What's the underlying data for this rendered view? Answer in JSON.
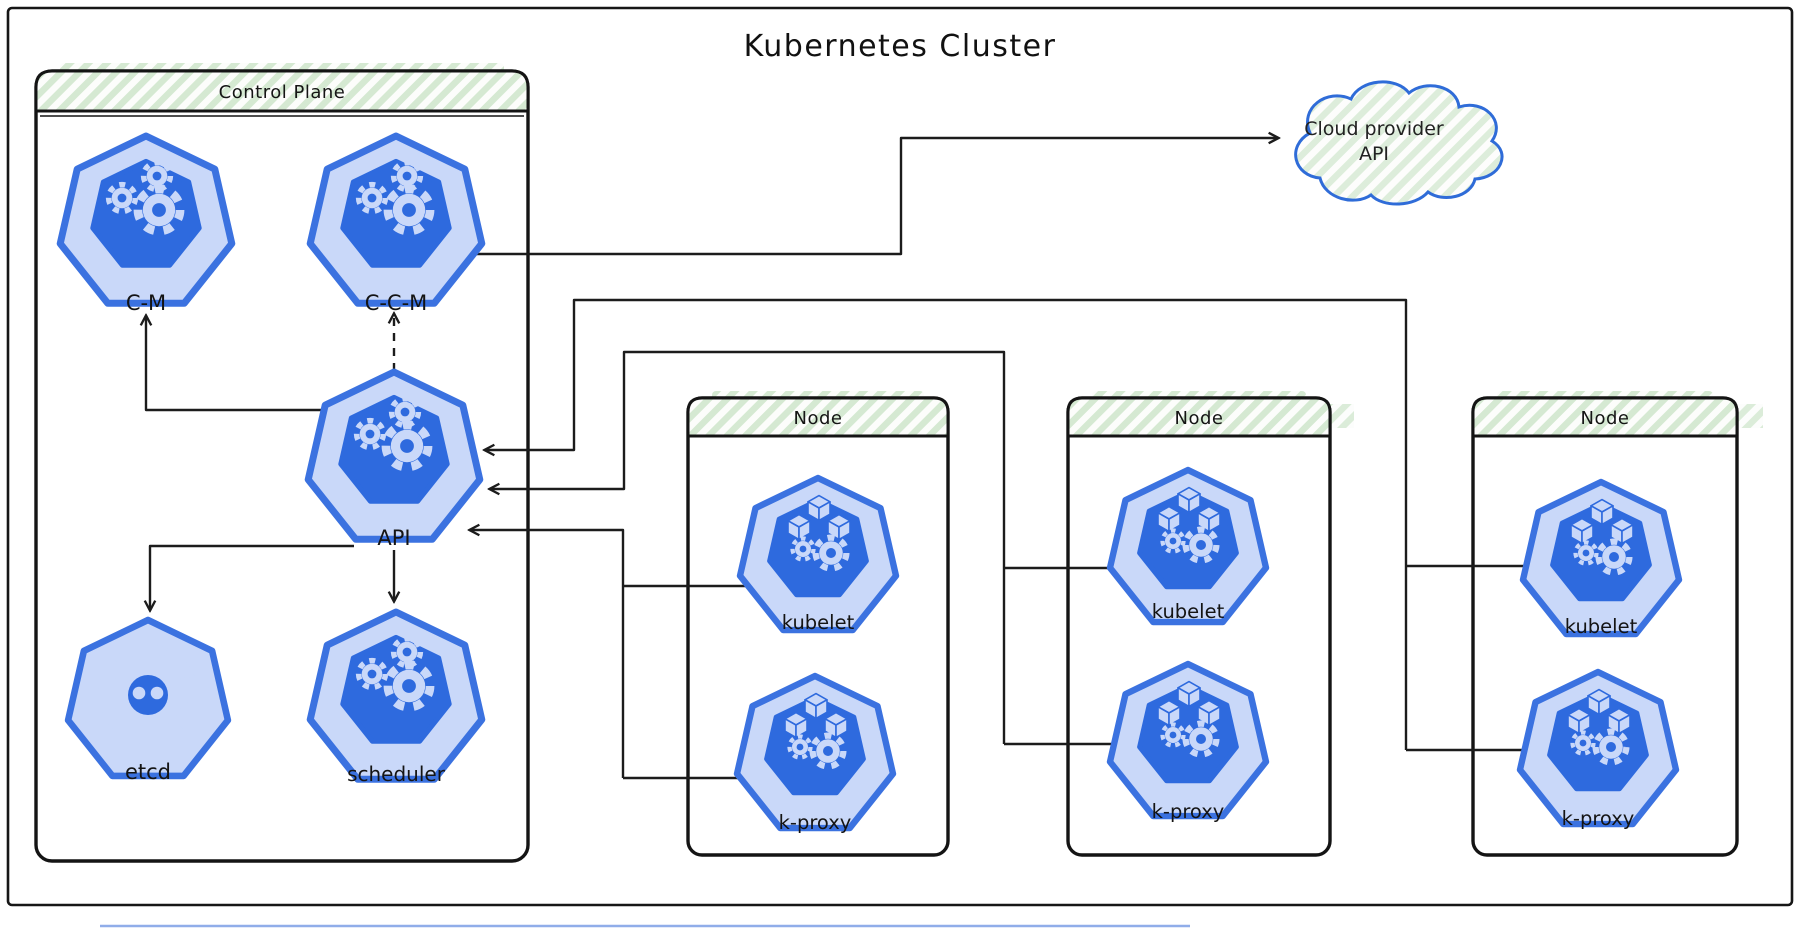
{
  "title": "Kubernetes Cluster",
  "control_plane": {
    "header": "Control Plane",
    "components": [
      {
        "id": "c-m",
        "label": "C-M",
        "icon": "gears"
      },
      {
        "id": "c-c-m",
        "label": "C-C-M",
        "icon": "gears"
      },
      {
        "id": "api",
        "label": "API",
        "icon": "gears"
      },
      {
        "id": "etcd",
        "label": "etcd",
        "icon": "etcd-gear"
      },
      {
        "id": "scheduler",
        "label": "scheduler",
        "icon": "gears"
      }
    ]
  },
  "nodes": [
    {
      "header": "Node",
      "components": [
        {
          "id": "kubelet-1",
          "label": "kubelet",
          "icon": "cubes-gears"
        },
        {
          "id": "k-proxy-1",
          "label": "k-proxy",
          "icon": "cubes-gears"
        }
      ]
    },
    {
      "header": "Node",
      "components": [
        {
          "id": "kubelet-2",
          "label": "kubelet",
          "icon": "cubes-gears"
        },
        {
          "id": "k-proxy-2",
          "label": "k-proxy",
          "icon": "cubes-gears"
        }
      ]
    },
    {
      "header": "Node",
      "components": [
        {
          "id": "kubelet-3",
          "label": "kubelet",
          "icon": "cubes-gears"
        },
        {
          "id": "k-proxy-3",
          "label": "k-proxy",
          "icon": "cubes-gears"
        }
      ]
    }
  ],
  "cloud": {
    "line1": "Cloud provider",
    "line2": "API"
  },
  "colors": {
    "heptagon_border": "#3b72e0",
    "heptagon_fill": "#c9d8f9",
    "heptagon_core": "#2e6ade",
    "icon_light": "#c9d8f9",
    "stripe_green": "#d5e9d2",
    "cloud_outline": "#2f6cd8",
    "connector": "#1c1c1c"
  }
}
